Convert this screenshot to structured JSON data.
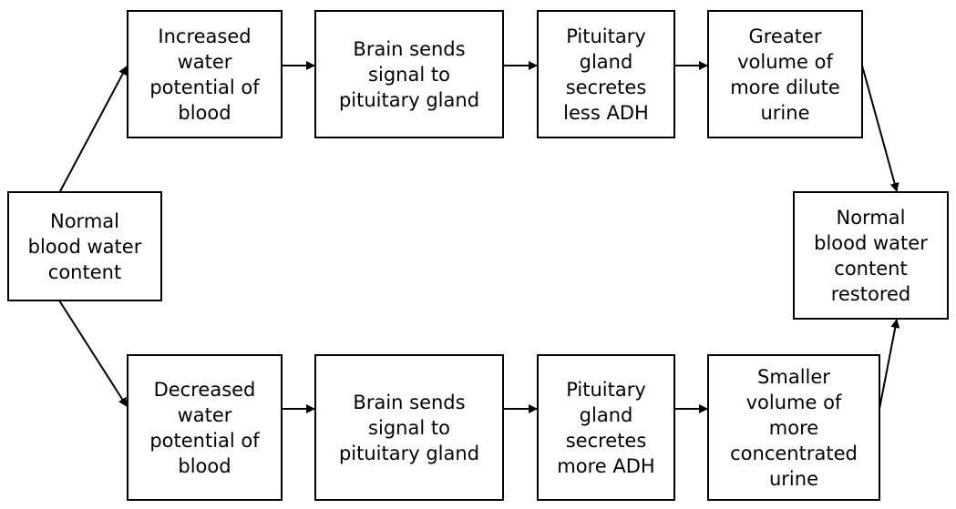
{
  "diagram": {
    "start": "Normal\nblood water\ncontent",
    "end": "Normal\nblood water\ncontent\nrestored",
    "top_row": [
      "Increased\nwater\npotential of\nblood",
      "Brain sends\nsignal to\npituitary gland",
      "Pituitary\ngland\nsecretes\nless ADH",
      "Greater\nvolume of\nmore dilute\nurine"
    ],
    "bottom_row": [
      "Decreased\nwater\npotential of\nblood",
      "Brain sends\nsignal to\npituitary gland",
      "Pituitary\ngland\nsecretes\nmore ADH",
      "Smaller\nvolume of\nmore\nconcentrated\nurine"
    ]
  }
}
